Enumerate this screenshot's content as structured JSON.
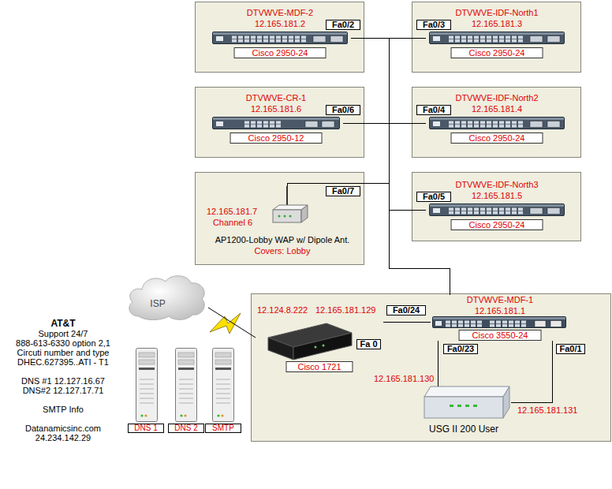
{
  "diagram": {
    "nodes": [
      {
        "text": []
      },
      {
        "text": [
          "DTVWVE-MDF-2",
          "12.165.181.2",
          "Cisco 2950-24"
        ],
        "in": 0
      },
      {
        "text": [
          "Fa0/2"
        ],
        "in": 0
      },
      {
        "text": []
      },
      {
        "text": [
          "Fa0/3"
        ],
        "in": 3
      },
      {
        "text": [
          "DTVWVE-IDF-North1",
          "12.165.181.3",
          "Cisco 2950-24"
        ],
        "in": 3
      },
      {
        "text": []
      },
      {
        "text": [
          "DTVWVE-CR-1",
          "12.165.181.6",
          "Cisco 2950-12"
        ],
        "in": 6
      },
      {
        "text": [
          "Fa0/6"
        ],
        "in": 6
      },
      {
        "text": []
      },
      {
        "text": [
          "Fa0/4"
        ],
        "in": 9
      },
      {
        "text": [
          "DTVWVE-IDF-North2",
          "12.165.181.4",
          "Cisco 2950-24"
        ],
        "in": 9
      },
      {
        "text": []
      },
      {
        "text": [
          "12.165.181.7",
          "Channel 6",
          "AP1200-Lobby WAP w/ Dipole Ant.",
          "Covers: Lobby"
        ],
        "in": 12
      },
      {
        "text": [
          "Fa0/7"
        ],
        "in": 12
      },
      {
        "text": []
      },
      {
        "text": [
          "Fa0/5"
        ],
        "in": 15
      },
      {
        "text": [
          "DTVWVE-IDF-North3",
          "12.165.181.5",
          "Cisco 2950-24"
        ],
        "in": 15
      },
      {
        "text": [
          "ISP"
        ]
      },
      {
        "text": []
      },
      {
        "text": [
          "Fa0/24"
        ],
        "in": 19
      },
      {
        "text": [
          "DTVWVE-MDF-1",
          "12.165.181.1",
          "Cisco 3550-24"
        ],
        "in": 19
      },
      {
        "text": [
          "Cisco 1721"
        ],
        "in": 19
      },
      {
        "text": [
          "Fa 0"
        ],
        "in": 19
      },
      {
        "text": [
          "Fa0/23"
        ],
        "in": 19
      },
      {
        "text": [
          "Fa0/1"
        ],
        "in": 19
      },
      {
        "text": [
          "USG II 200 User"
        ],
        "in": 19
      },
      {
        "text": [
          "DNS 1"
        ]
      },
      {
        "text": [
          "DNS 2"
        ]
      },
      {
        "text": [
          "SMTP"
        ]
      }
    ],
    "edges": [
      {
        "from": 21,
        "to": 1,
        "arrow": "none"
      },
      {
        "from": 21,
        "to": 5,
        "arrow": "none"
      },
      {
        "from": 21,
        "to": 7,
        "arrow": "none"
      },
      {
        "from": 21,
        "to": 11,
        "arrow": "none"
      },
      {
        "from": 21,
        "to": 13,
        "arrow": "none"
      },
      {
        "from": 21,
        "to": 17,
        "arrow": "none"
      },
      {
        "from": 18,
        "to": 22,
        "arrow": "none"
      },
      {
        "from": 22,
        "to": 21,
        "arrow": "none"
      },
      {
        "from": 21,
        "to": 26,
        "arrow": "none"
      },
      {
        "from": 21,
        "to": 26,
        "arrow": "none"
      }
    ],
    "labels": [
      "12.124.8.222",
      "12.165.181.129",
      "AT&T",
      "Support 24/7",
      "888-613-6330 option 2,1",
      "Circuti number and type",
      "DHEC.627395..ATI - T1",
      "DNS #1 12.127.16.67",
      "DNS#2 12.127.17.71",
      "SMTP Info",
      "Datanamicsinc.com",
      "24.234.142.29",
      "12.165.181.130",
      "12.165.181.131"
    ]
  }
}
